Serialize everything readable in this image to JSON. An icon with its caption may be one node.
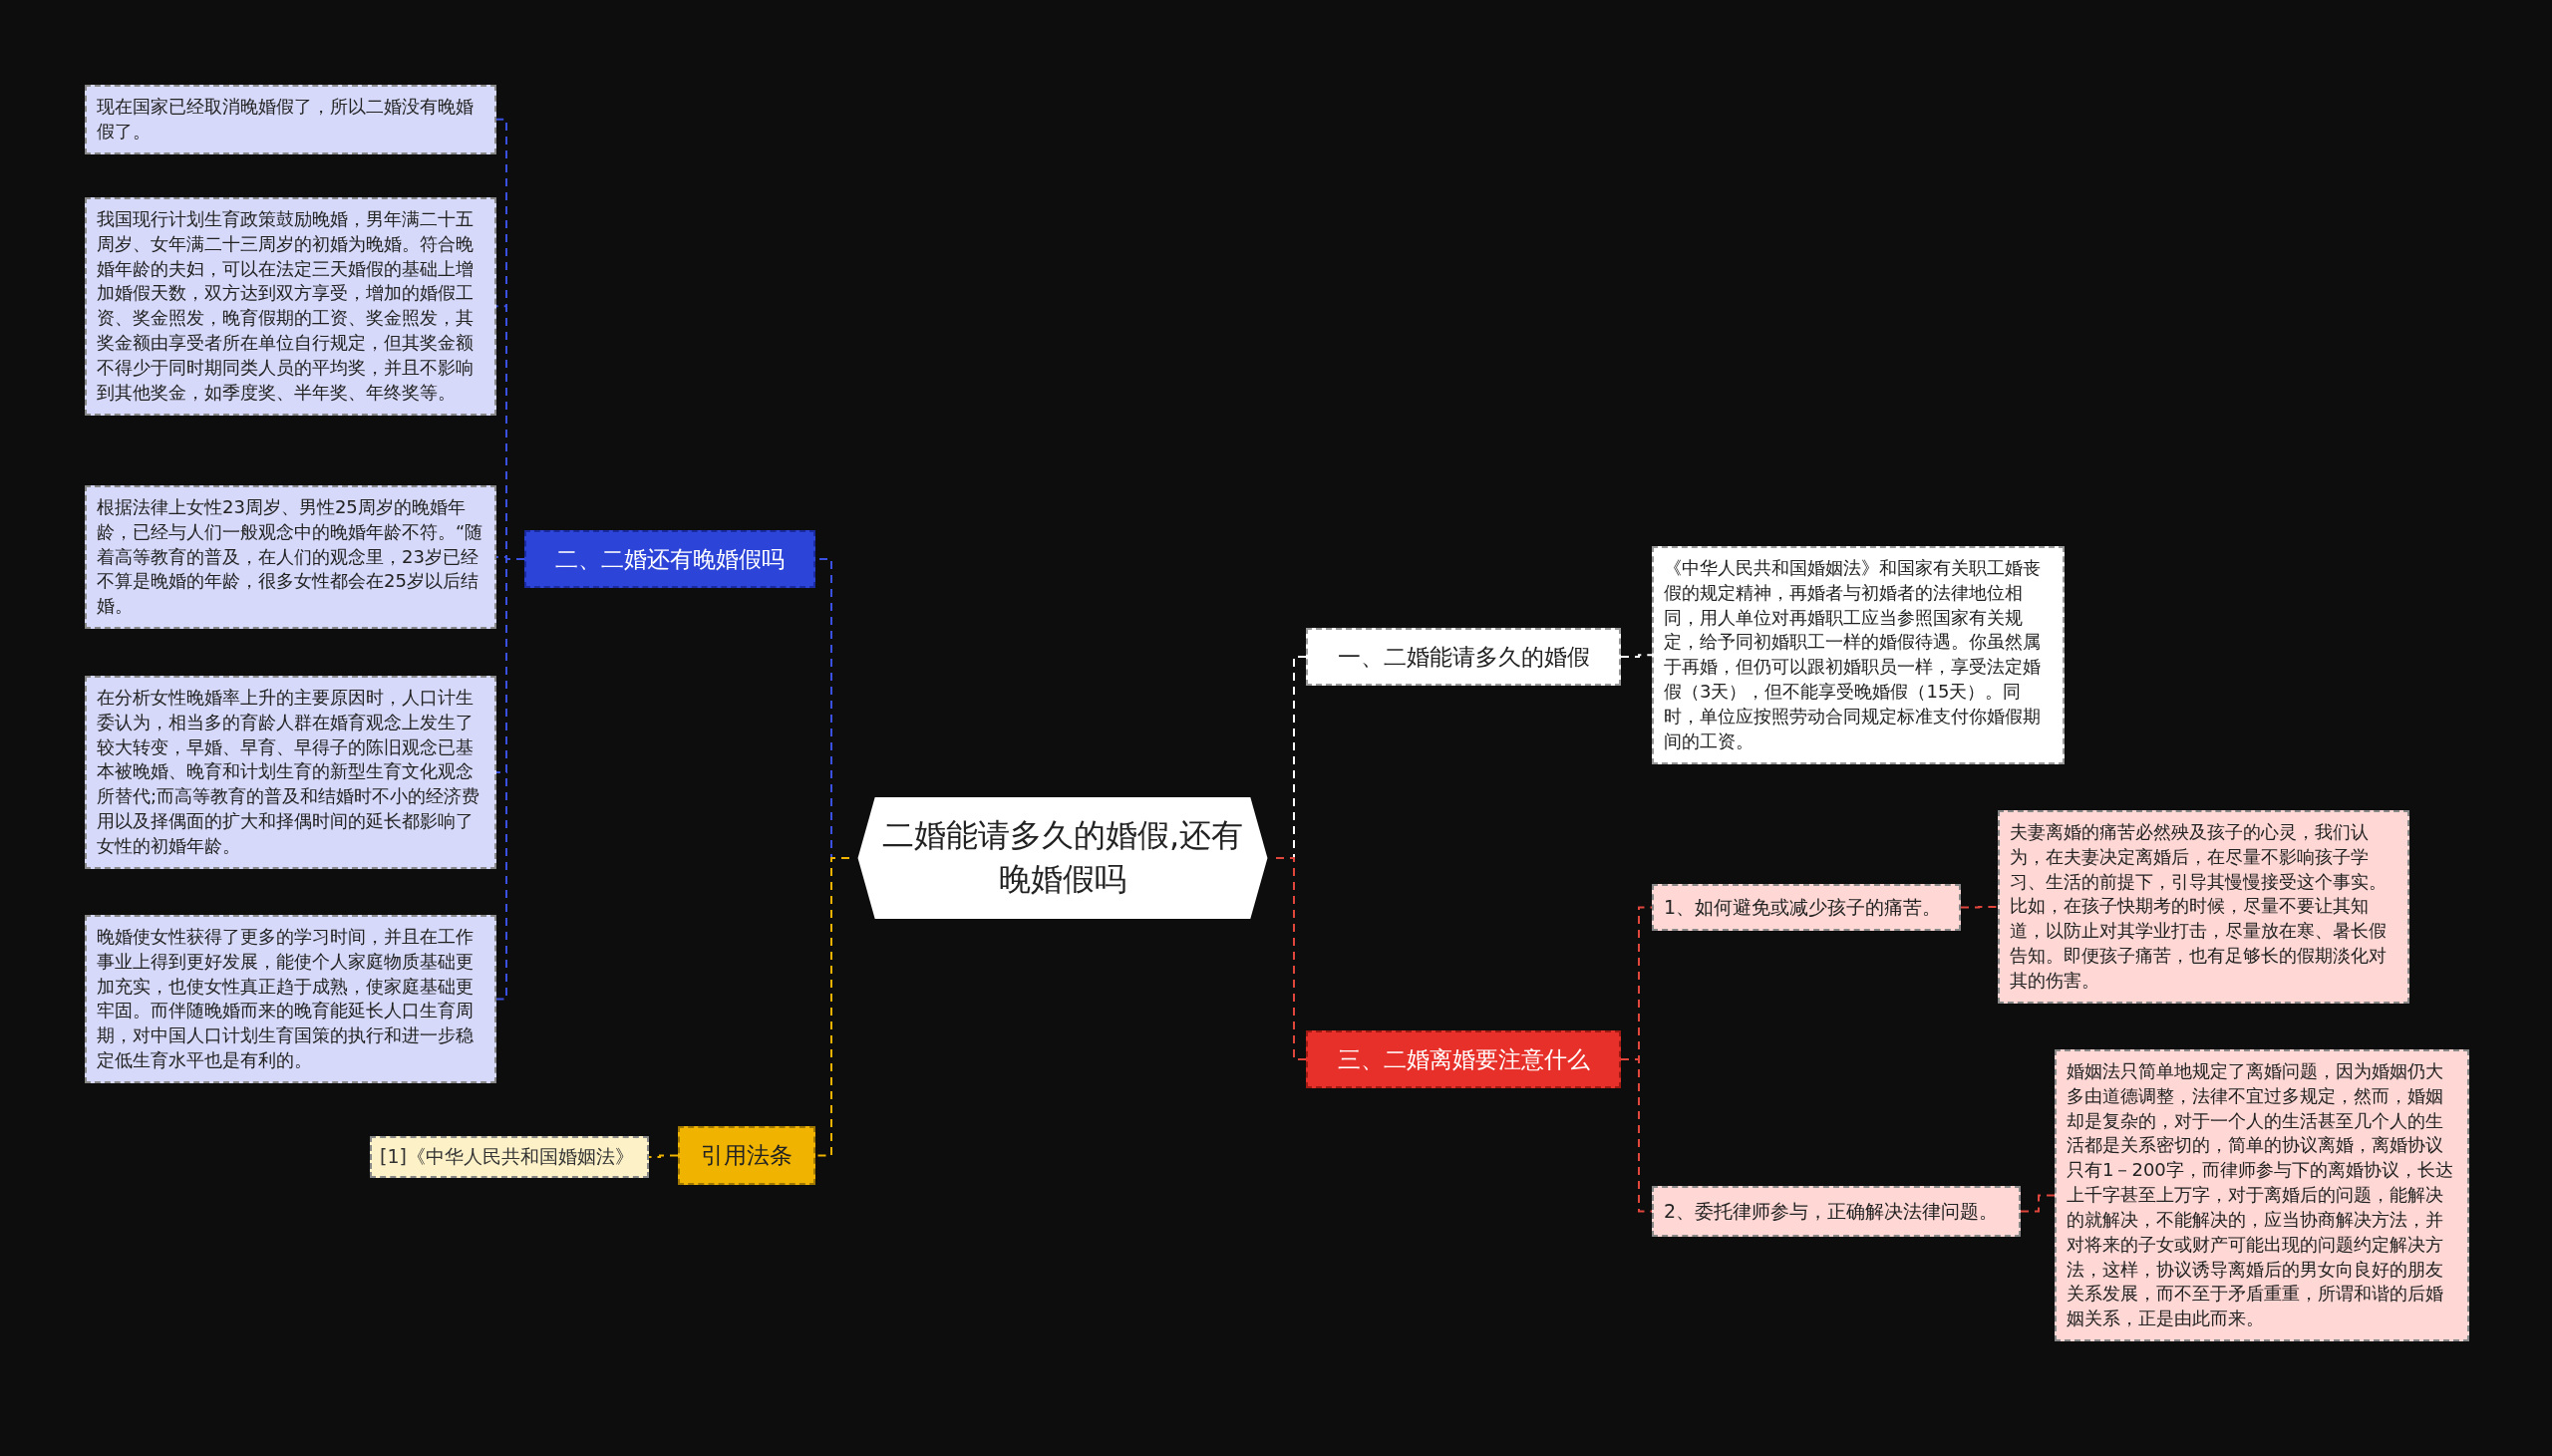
{
  "diagram": {
    "nodes": [
      {
        "text": [
          "二婚能请多久的婚假,还有晚婚假吗"
        ]
      },
      {
        "text": [
          "一、二婚能请多久的婚假"
        ]
      },
      {
        "text": [
          "《中华人民共和国婚姻法》和国家有关职工婚丧假的规定精神，再婚者与初婚者的法律地位相同，用人单位对再婚职工应当参照国家有关规定，给予同初婚职工一样的婚假待遇。你虽然属于再婚，但仍可以跟初婚职员一样，享受法定婚假（3天），但不能享受晚婚假（15天）。同时，单位应按照劳动合同规定标准支付你婚假期间的工资。"
        ]
      },
      {
        "text": [
          "三、二婚离婚要注意什么"
        ]
      },
      {
        "text": [
          "1、如何避免或减少孩子的痛苦。"
        ]
      },
      {
        "text": [
          "夫妻离婚的痛苦必然殃及孩子的心灵，我们认为，在夫妻决定离婚后，在尽量不影响孩子学习、生活的前提下，引导其慢慢接受这个事实。比如，在孩子快期考的时候，尽量不要让其知道，以防止对其学业打击，尽量放在寒、暑长假告知。即便孩子痛苦，也有足够长的假期淡化对其的伤害。"
        ]
      },
      {
        "text": [
          "2、委托律师参与，正确解决法律问题。"
        ]
      },
      {
        "text": [
          "婚姻法只简单地规定了离婚问题，因为婚姻仍大多由道德调整，法律不宜过多规定，然而，婚姻却是复杂的，对于一个人的生活甚至几个人的生活都是关系密切的，简单的协议离婚，离婚协议只有1－200字，而律师参与下的离婚协议，长达上千字甚至上万字，对于离婚后的问题，能解决的就解决，不能解决的，应当协商解决方法，并对将来的子女或财产可能出现的问题约定解决方法，这样，协议诱导离婚后的男女向良好的朋友关系发展，而不至于矛盾重重，所谓和谐的后婚姻关系，正是由此而来。"
        ]
      },
      {
        "text": [
          "二、二婚还有晚婚假吗"
        ]
      },
      {
        "text": [
          "现在国家已经取消晚婚假了，所以二婚没有晚婚假了。"
        ]
      },
      {
        "text": [
          "我国现行计划生育政策鼓励晚婚，男年满二十五周岁、女年满二十三周岁的初婚为晚婚。符合晚婚年龄的夫妇，可以在法定三天婚假的基础上增加婚假天数，双方达到双方享受，增加的婚假工资、奖金照发，晚育假期的工资、奖金照发，其奖金额由享受者所在单位自行规定，但其奖金额不得少于同时期同类人员的平均奖，并且不影响到其他奖金，如季度奖、半年奖、年终奖等。"
        ]
      },
      {
        "text": [
          "根据法律上女性23周岁、男性25周岁的晚婚年龄，已经与人们一般观念中的晚婚年龄不符。“随着高等教育的普及，在人们的观念里，23岁已经不算是晚婚的年龄，很多女性都会在25岁以后结婚。"
        ]
      },
      {
        "text": [
          "在分析女性晚婚率上升的主要原因时，人口计生委认为，相当多的育龄人群在婚育观念上发生了较大转变，早婚、早育、早得子的陈旧观念已基本被晚婚、晚育和计划生育的新型生育文化观念所替代;而高等教育的普及和结婚时不小的经济费用以及择偶面的扩大和择偶时间的延长都影响了女性的初婚年龄。"
        ]
      },
      {
        "text": [
          "晚婚使女性获得了更多的学习时间，并且在工作事业上得到更好发展，能使个人家庭物质基础更加充实，也使女性真正趋于成熟，使家庭基础更牢固。而伴随晚婚而来的晚育能延长人口生育周期，对中国人口计划生育国策的执行和进一步稳定低生育水平也是有利的。"
        ]
      },
      {
        "text": [
          "引用法条"
        ]
      },
      {
        "text": [
          "[1]《中华人民共和国婚姻法》"
        ]
      }
    ],
    "edges": [
      {
        "from": 0,
        "to": 1,
        "arrow": "none",
        "style": "dashed",
        "color": "#ffffff"
      },
      {
        "from": 1,
        "to": 2,
        "arrow": "none",
        "style": "dashed",
        "color": "#ffffff"
      },
      {
        "from": 0,
        "to": 3,
        "arrow": "none",
        "style": "dashed",
        "color": "#e0463c"
      },
      {
        "from": 3,
        "to": 4,
        "arrow": "none",
        "style": "dashed",
        "color": "#e0463c"
      },
      {
        "from": 4,
        "to": 5,
        "arrow": "none",
        "style": "dashed",
        "color": "#e0463c"
      },
      {
        "from": 3,
        "to": 6,
        "arrow": "none",
        "style": "dashed",
        "color": "#e0463c"
      },
      {
        "from": 6,
        "to": 7,
        "arrow": "none",
        "style": "dashed",
        "color": "#e0463c"
      },
      {
        "from": 0,
        "to": 8,
        "arrow": "none",
        "style": "dashed",
        "color": "#3a50e0"
      },
      {
        "from": 8,
        "to": 9,
        "arrow": "none",
        "style": "dashed",
        "color": "#3a50e0"
      },
      {
        "from": 8,
        "to": 10,
        "arrow": "none",
        "style": "dashed",
        "color": "#3a50e0"
      },
      {
        "from": 8,
        "to": 11,
        "arrow": "none",
        "style": "dashed",
        "color": "#3a50e0"
      },
      {
        "from": 8,
        "to": 12,
        "arrow": "none",
        "style": "dashed",
        "color": "#3a50e0"
      },
      {
        "from": 8,
        "to": 13,
        "arrow": "none",
        "style": "dashed",
        "color": "#3a50e0"
      },
      {
        "from": 0,
        "to": 14,
        "arrow": "none",
        "style": "dashed",
        "color": "#f0b400"
      },
      {
        "from": 14,
        "to": 15,
        "arrow": "none",
        "style": "dashed",
        "color": "#f0b400"
      }
    ]
  }
}
